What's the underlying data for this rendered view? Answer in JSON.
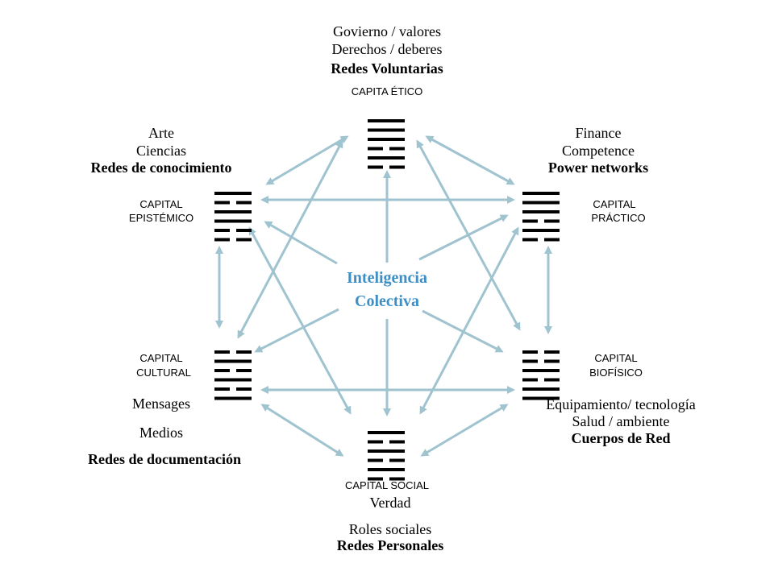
{
  "center": {
    "line1": "Inteligencia",
    "line2": "Colectiva",
    "color": "#3d8fc6"
  },
  "nodes": {
    "etico": {
      "line1": "Govierno / valores",
      "line2": "Derechos / deberes",
      "network": "Redes Voluntarias",
      "capital": "CAPITA ÉTICO",
      "hexagram": [
        1,
        1,
        1,
        0,
        1,
        0
      ]
    },
    "epistemico": {
      "line1": "Arte",
      "line2": "Ciencias",
      "network": "Redes de conocimiento",
      "capital1": "CAPITAL",
      "capital2": "EPISTÉMICO",
      "hexagram": [
        1,
        0,
        1,
        1,
        0,
        0
      ]
    },
    "practico": {
      "line1": "Finance",
      "line2": "Competence",
      "network": "Power networks",
      "capital1": "CAPITAL",
      "capital2": "PRÁCTICO",
      "hexagram": [
        1,
        1,
        1,
        0,
        1,
        0
      ]
    },
    "cultural": {
      "line1": "Mensages",
      "line2": "Medios",
      "network": "Redes de documentación",
      "capital1": "CAPITAL",
      "capital2": "CULTURAL",
      "hexagram": [
        0,
        1,
        0,
        1,
        0,
        1
      ]
    },
    "biofisico": {
      "line1": "Equipamiento/ tecnología",
      "line2": "Salud / ambiente",
      "network": "Cuerpos de Red",
      "capital1": "CAPITAL",
      "capital2": "BIOFÍSICO",
      "hexagram": [
        0,
        0,
        1,
        0,
        1,
        1
      ]
    },
    "social": {
      "capital": "CAPITAL SOCIAL",
      "line1": "Verdad",
      "line2": "Roles sociales",
      "network": "Redes Personales",
      "hexagram": [
        1,
        0,
        1,
        0,
        1,
        0
      ]
    }
  },
  "colors": {
    "arrow": "#9fc3cf",
    "hexagram": "#000000"
  }
}
